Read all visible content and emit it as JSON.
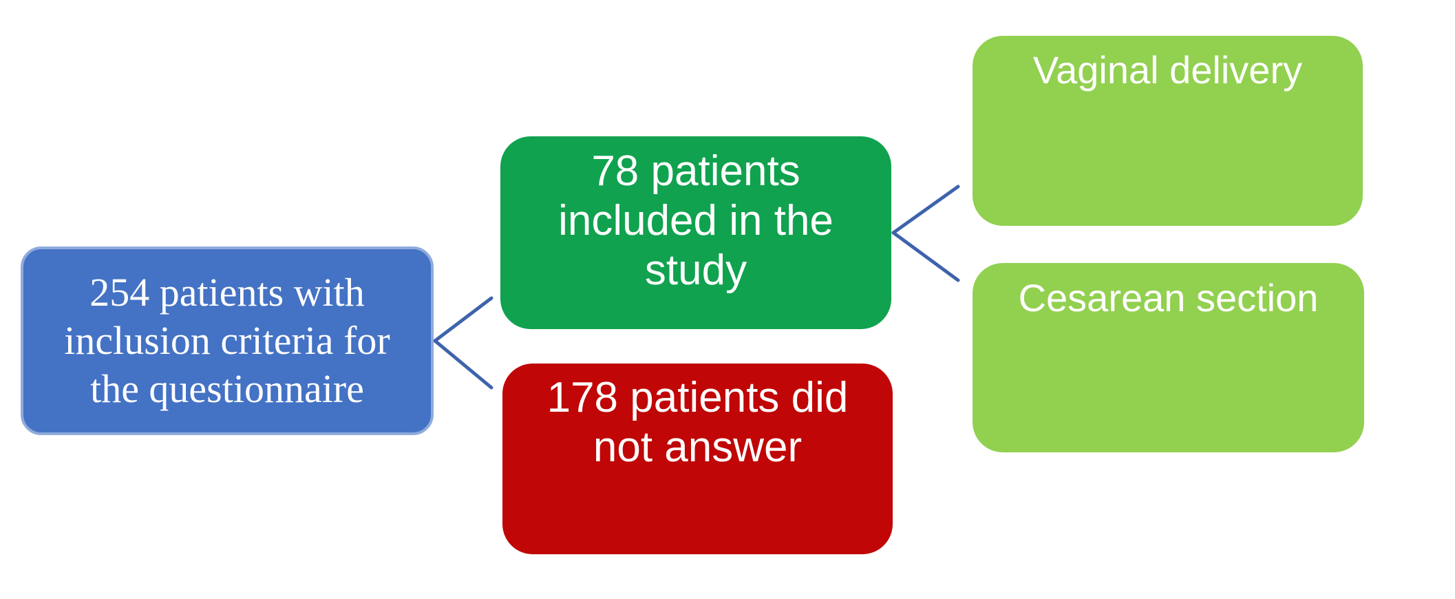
{
  "diagram": {
    "type": "flowchart",
    "background_color": "#FFFFFF",
    "connector_color": "#3E63AC",
    "nodes": {
      "source": {
        "label": "254 patients with inclusion criteria for the questionnaire",
        "fill": "#4472C4",
        "border_color": "#8FAADC",
        "text_color": "#FFFFFF"
      },
      "included": {
        "label": "78 patients included in the study",
        "fill": "#10A24E",
        "text_color": "#FFFFFF"
      },
      "no_answer": {
        "label": "178 patients did not answer",
        "fill": "#C00606",
        "text_color": "#FFFFFF"
      },
      "vaginal": {
        "label": "Vaginal delivery",
        "fill": "#92D050",
        "text_color": "#FFFFFF"
      },
      "cesarean": {
        "label": "Cesarean section",
        "fill": "#92D050",
        "text_color": "#FFFFFF"
      }
    },
    "edges": [
      {
        "from": "source",
        "to": "included"
      },
      {
        "from": "source",
        "to": "no_answer"
      },
      {
        "from": "included",
        "to": "vaginal"
      },
      {
        "from": "included",
        "to": "cesarean"
      }
    ]
  }
}
